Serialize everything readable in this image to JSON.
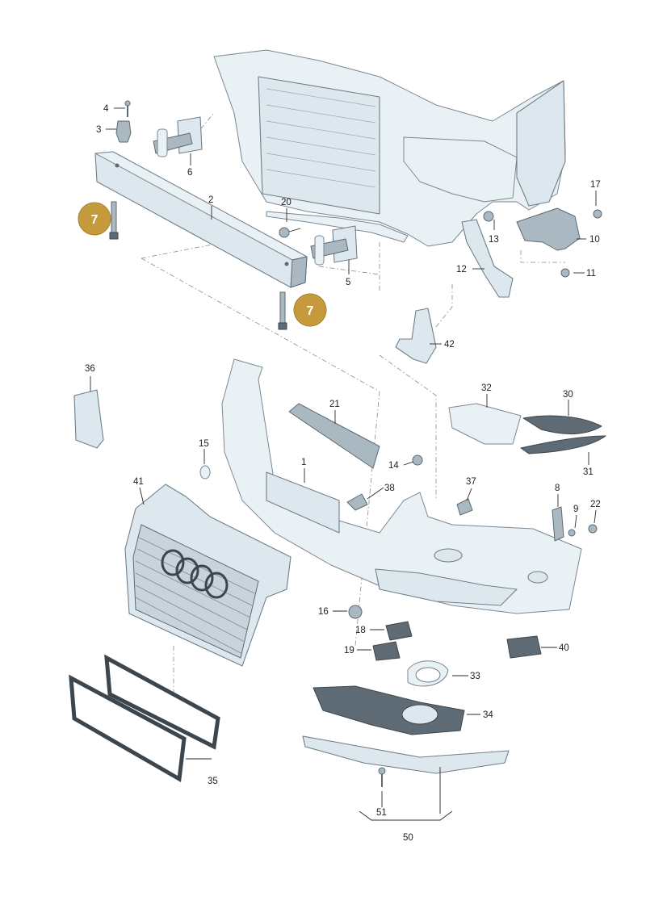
{
  "callouts": [
    {
      "id": "c4",
      "label": "4"
    },
    {
      "id": "c3",
      "label": "3"
    },
    {
      "id": "c6",
      "label": "6"
    },
    {
      "id": "c2",
      "label": "2"
    },
    {
      "id": "c20",
      "label": "20"
    },
    {
      "id": "c5",
      "label": "5"
    },
    {
      "id": "c17",
      "label": "17"
    },
    {
      "id": "c13",
      "label": "13"
    },
    {
      "id": "c10",
      "label": "10"
    },
    {
      "id": "c12",
      "label": "12"
    },
    {
      "id": "c11",
      "label": "11"
    },
    {
      "id": "c42",
      "label": "42"
    },
    {
      "id": "c36",
      "label": "36"
    },
    {
      "id": "c21",
      "label": "21"
    },
    {
      "id": "c32",
      "label": "32"
    },
    {
      "id": "c30",
      "label": "30"
    },
    {
      "id": "c15",
      "label": "15"
    },
    {
      "id": "c1",
      "label": "1"
    },
    {
      "id": "c14",
      "label": "14"
    },
    {
      "id": "c31",
      "label": "31"
    },
    {
      "id": "c41",
      "label": "41"
    },
    {
      "id": "c38",
      "label": "38"
    },
    {
      "id": "c37",
      "label": "37"
    },
    {
      "id": "c8",
      "label": "8"
    },
    {
      "id": "c9",
      "label": "9"
    },
    {
      "id": "c22",
      "label": "22"
    },
    {
      "id": "c16",
      "label": "16"
    },
    {
      "id": "c18",
      "label": "18"
    },
    {
      "id": "c19",
      "label": "19"
    },
    {
      "id": "c40",
      "label": "40"
    },
    {
      "id": "c33",
      "label": "33"
    },
    {
      "id": "c34",
      "label": "34"
    },
    {
      "id": "c35",
      "label": "35"
    },
    {
      "id": "c51",
      "label": "51"
    },
    {
      "id": "c50",
      "label": "50"
    }
  ],
  "highlights": [
    {
      "id": "h7a",
      "label": "7"
    },
    {
      "id": "h7b",
      "label": "7"
    }
  ],
  "colors": {
    "highlight": "#c49a3c",
    "part": "#dde7ee",
    "outline": "#6f7f8b"
  }
}
